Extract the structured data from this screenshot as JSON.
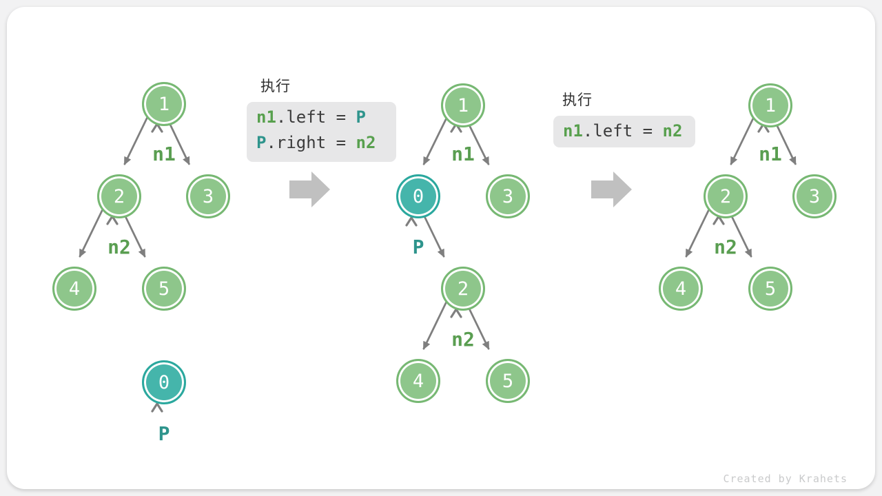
{
  "watermark": "Created by Krahets",
  "colors": {
    "node_green_fill": "#8EC68B",
    "node_green_stroke": "#77B873",
    "node_teal_fill": "#45B5AB",
    "node_teal_stroke": "#2BA89E",
    "pointer_label_green": "#5A9E51",
    "pointer_label_teal": "#2E948C",
    "edge_gray": "#7F7F7F",
    "step_arrow_gray": "#C0C0C0",
    "code_background": "#E7E7E8",
    "code_text": "#3C3C3C"
  },
  "steps": [
    {
      "caption": "执行",
      "code_lines": [
        {
          "tokens": [
            {
              "text": "n1",
              "style": "green"
            },
            {
              "text": ".left = ",
              "style": "plain"
            },
            {
              "text": "P",
              "style": "teal"
            }
          ]
        },
        {
          "tokens": [
            {
              "text": "P",
              "style": "teal"
            },
            {
              "text": ".right = ",
              "style": "plain"
            },
            {
              "text": "n2",
              "style": "green"
            }
          ]
        }
      ]
    },
    {
      "caption": "执行",
      "code_lines": [
        {
          "tokens": [
            {
              "text": "n1",
              "style": "green"
            },
            {
              "text": ".left = ",
              "style": "plain"
            },
            {
              "text": "n2",
              "style": "green"
            }
          ]
        }
      ]
    }
  ],
  "trees": [
    {
      "name": "before-insertion",
      "nodes": [
        {
          "value": "1",
          "variant": "green"
        },
        {
          "value": "2",
          "variant": "green"
        },
        {
          "value": "3",
          "variant": "green"
        },
        {
          "value": "4",
          "variant": "green"
        },
        {
          "value": "5",
          "variant": "green"
        },
        {
          "value": "0",
          "variant": "teal"
        }
      ],
      "pointers": [
        {
          "label": "n1"
        },
        {
          "label": "n2"
        },
        {
          "label": "P"
        }
      ]
    },
    {
      "name": "after-insertion",
      "nodes": [
        {
          "value": "1",
          "variant": "green"
        },
        {
          "value": "0",
          "variant": "teal"
        },
        {
          "value": "3",
          "variant": "green"
        },
        {
          "value": "2",
          "variant": "green"
        },
        {
          "value": "4",
          "variant": "green"
        },
        {
          "value": "5",
          "variant": "green"
        }
      ],
      "pointers": [
        {
          "label": "n1"
        },
        {
          "label": "P"
        },
        {
          "label": "n2"
        }
      ]
    },
    {
      "name": "after-removal",
      "nodes": [
        {
          "value": "1",
          "variant": "green"
        },
        {
          "value": "2",
          "variant": "green"
        },
        {
          "value": "3",
          "variant": "green"
        },
        {
          "value": "4",
          "variant": "green"
        },
        {
          "value": "5",
          "variant": "green"
        }
      ],
      "pointers": [
        {
          "label": "n1"
        },
        {
          "label": "n2"
        }
      ]
    }
  ]
}
